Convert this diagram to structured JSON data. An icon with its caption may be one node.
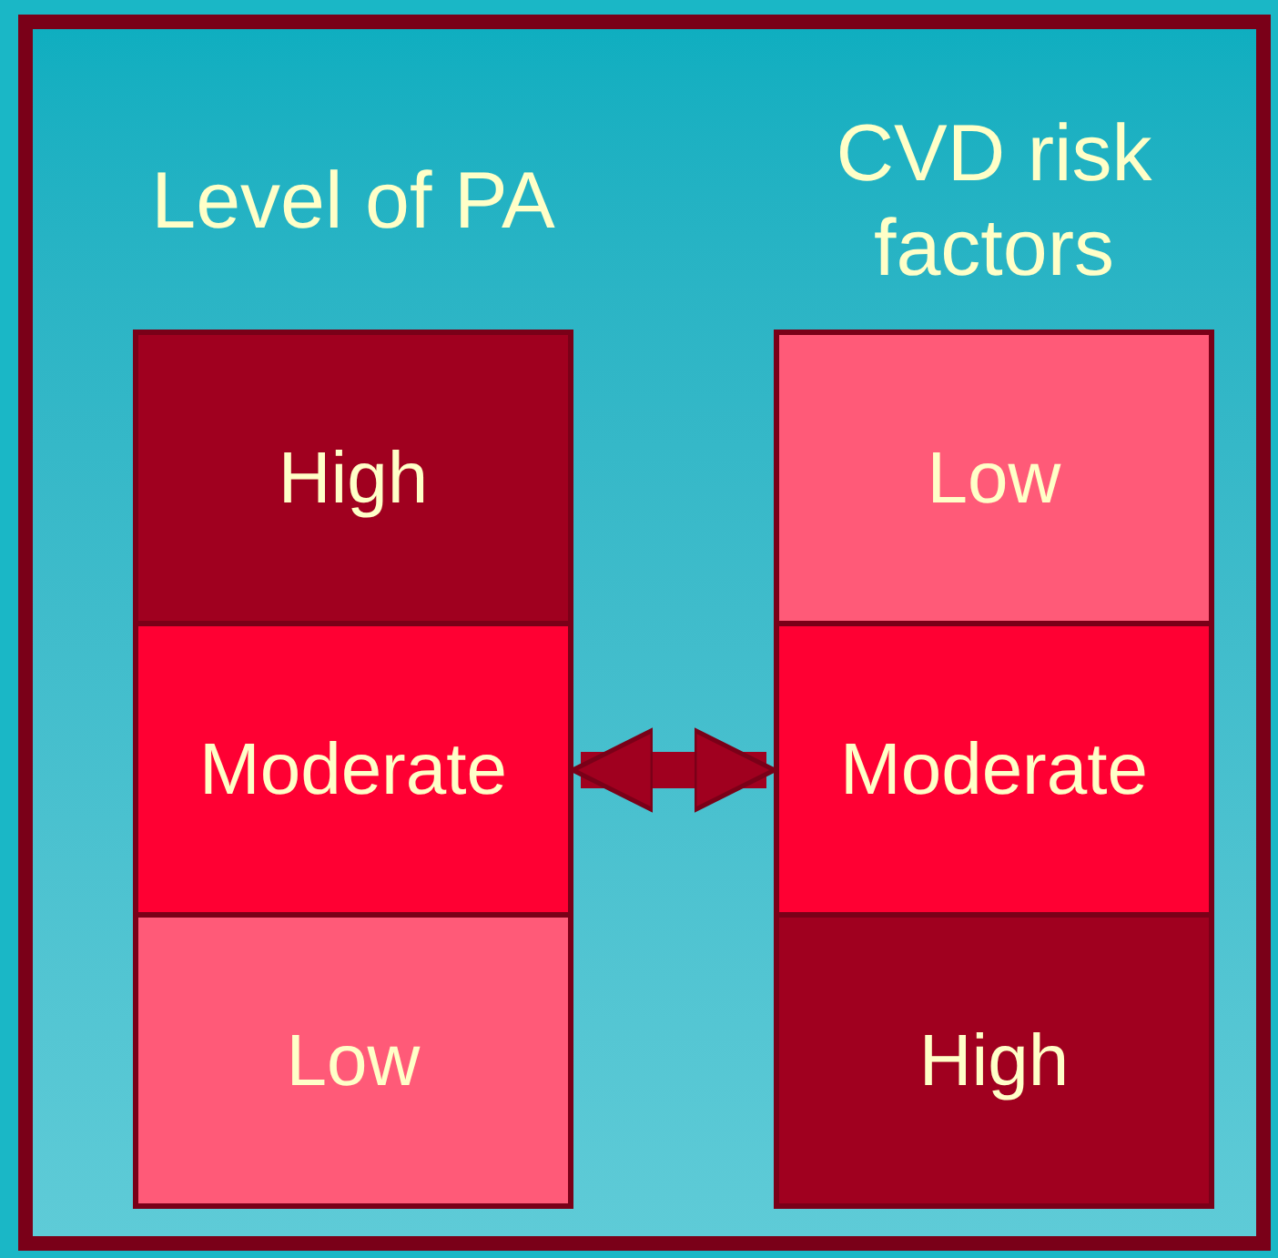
{
  "diagram": {
    "nodes": [
      {
        "text": [
          "Level of PA"
        ]
      },
      {
        "text": [
          "High"
        ],
        "in": 0
      },
      {
        "text": [
          "Moderate"
        ],
        "in": 0
      },
      {
        "text": [
          "Low"
        ],
        "in": 0
      },
      {
        "text": [
          "CVD risk factors"
        ]
      },
      {
        "text": [
          "Low"
        ],
        "in": 4
      },
      {
        "text": [
          "Moderate"
        ],
        "in": 4
      },
      {
        "text": [
          "High"
        ],
        "in": 4
      }
    ],
    "edges": [
      {
        "from": 0,
        "to": 4,
        "arrow": "both"
      }
    ]
  }
}
